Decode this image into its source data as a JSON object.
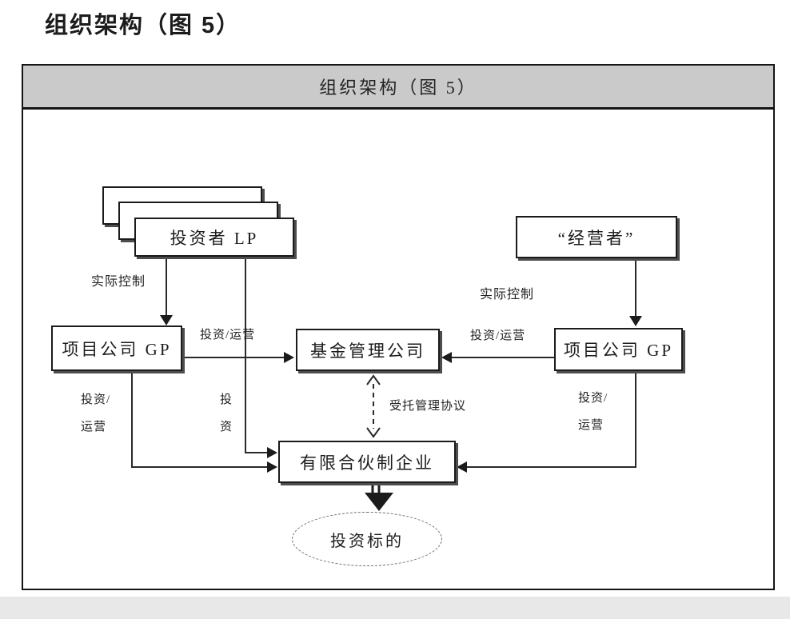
{
  "page_title": "组织架构（图 5）",
  "panel": {
    "header_title": "组织架构（图 5）"
  },
  "diagram": {
    "nodes": {
      "investor_lp": {
        "label": "投资者 LP"
      },
      "operator": {
        "label": "“经营者”"
      },
      "gp_left": {
        "label": "项目公司 GP"
      },
      "fund_management": {
        "label": "基金管理公司"
      },
      "gp_right": {
        "label": "项目公司 GP"
      },
      "limited_partnership": {
        "label": "有限合伙制企业"
      },
      "investment_target": {
        "label": "投资标的"
      }
    },
    "edge_labels": {
      "actual_control_left": "实际控制",
      "actual_control_right": "实际控制",
      "invest_operate_left": "投资/运营",
      "invest_operate_right": "投资/运营",
      "invest_operate_left_down": "投资/\n运营",
      "invest_middle_down": "投\n资",
      "invest_operate_right_down": "投资/\n运营",
      "trust_management_agreement": "受托管理协议"
    }
  },
  "colors": {
    "panel_header_bg": "#cacaca",
    "frame_border": "#151515",
    "line": "#2a2a2a",
    "node_shadow": "#4d4d4d",
    "page_bg": "#ffffff",
    "bottom_strip": "#e8e8e8"
  }
}
